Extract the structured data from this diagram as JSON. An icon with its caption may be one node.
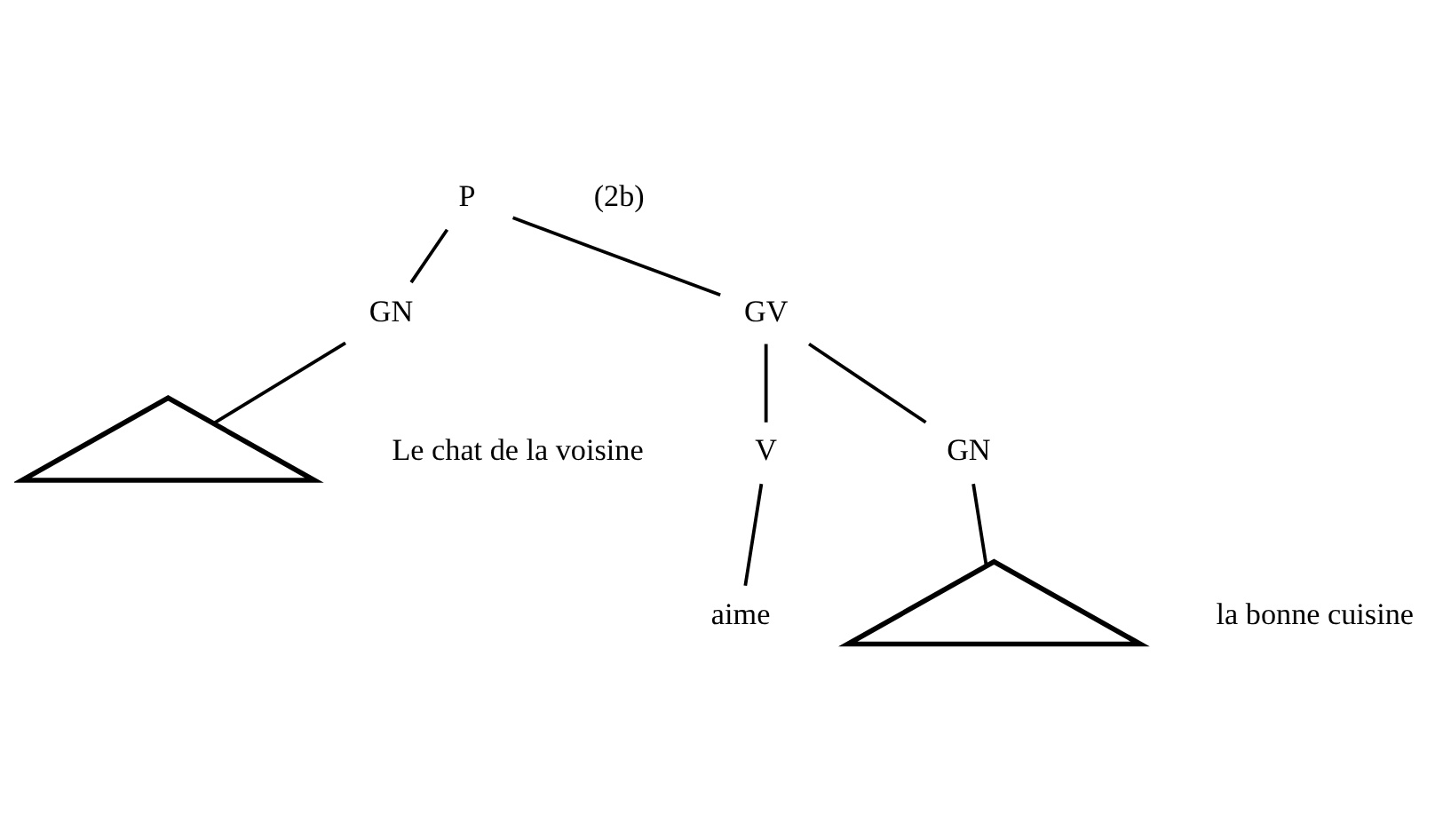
{
  "diagram": {
    "nodes": [
      {
        "text": [
          "P"
        ]
      },
      {
        "text": [
          "GN"
        ]
      },
      {
        "text": [
          "GV"
        ]
      },
      {
        "text": [
          "V"
        ]
      },
      {
        "text": [
          "GN"
        ]
      },
      {
        "text": [],
        "shape": "triangle",
        "beside": [
          "Le chat de la voisine"
        ]
      },
      {
        "text": [
          "aime"
        ]
      },
      {
        "text": [],
        "shape": "triangle",
        "beside": [
          "la bonne cuisine"
        ]
      }
    ],
    "edges": [
      {
        "from": 0,
        "to": 1,
        "arrow": "none"
      },
      {
        "from": 0,
        "to": 2,
        "arrow": "none"
      },
      {
        "from": 2,
        "to": 3,
        "arrow": "none"
      },
      {
        "from": 2,
        "to": 4,
        "arrow": "none"
      },
      {
        "from": 1,
        "to": 5,
        "arrow": "none"
      },
      {
        "from": 3,
        "to": 6,
        "arrow": "none"
      },
      {
        "from": 4,
        "to": 7,
        "arrow": "none"
      }
    ],
    "labels": [
      "(2b)"
    ]
  }
}
